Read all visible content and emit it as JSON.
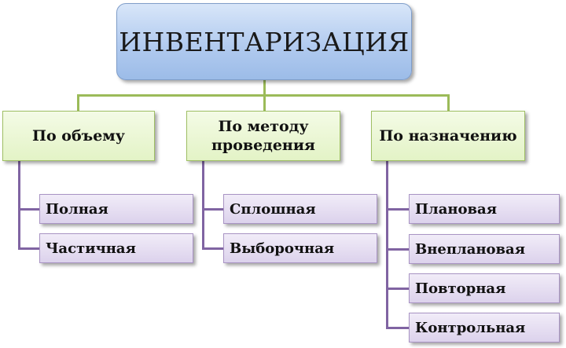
{
  "root": {
    "label": "ИНВЕНТАРИЗАЦИЯ"
  },
  "categories": [
    {
      "label": "По объему",
      "items": [
        "Полная",
        "Частичная"
      ]
    },
    {
      "label": "По методу проведения",
      "items": [
        "Сплошная",
        "Выборочная"
      ]
    },
    {
      "label": "По назначению",
      "items": [
        "Плановая",
        "Внеплановая",
        "Повторная",
        "Контрольная"
      ]
    }
  ],
  "colors": {
    "root_fill": "#b2cbef",
    "category_fill": "#e3f3c6",
    "leaf_fill": "#dcd2ec",
    "category_connector": "#9bbb59",
    "leaf_connector": "#8064a2"
  }
}
